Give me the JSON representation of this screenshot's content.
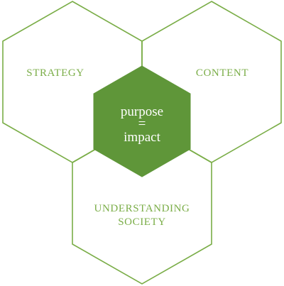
{
  "diagram": {
    "segments": {
      "strategy": "STRATEGY",
      "content": "CONTENT",
      "understanding_line1": "UNDERSTANDING",
      "understanding_line2": "SOCIETY"
    },
    "center": {
      "line1": "purpose",
      "line2": "=",
      "line3": "impact"
    }
  },
  "colors": {
    "outline": "#7aad47",
    "center_fill": "#5f9639",
    "center_text": "#ffffff",
    "segment_text": "#7aad47"
  }
}
